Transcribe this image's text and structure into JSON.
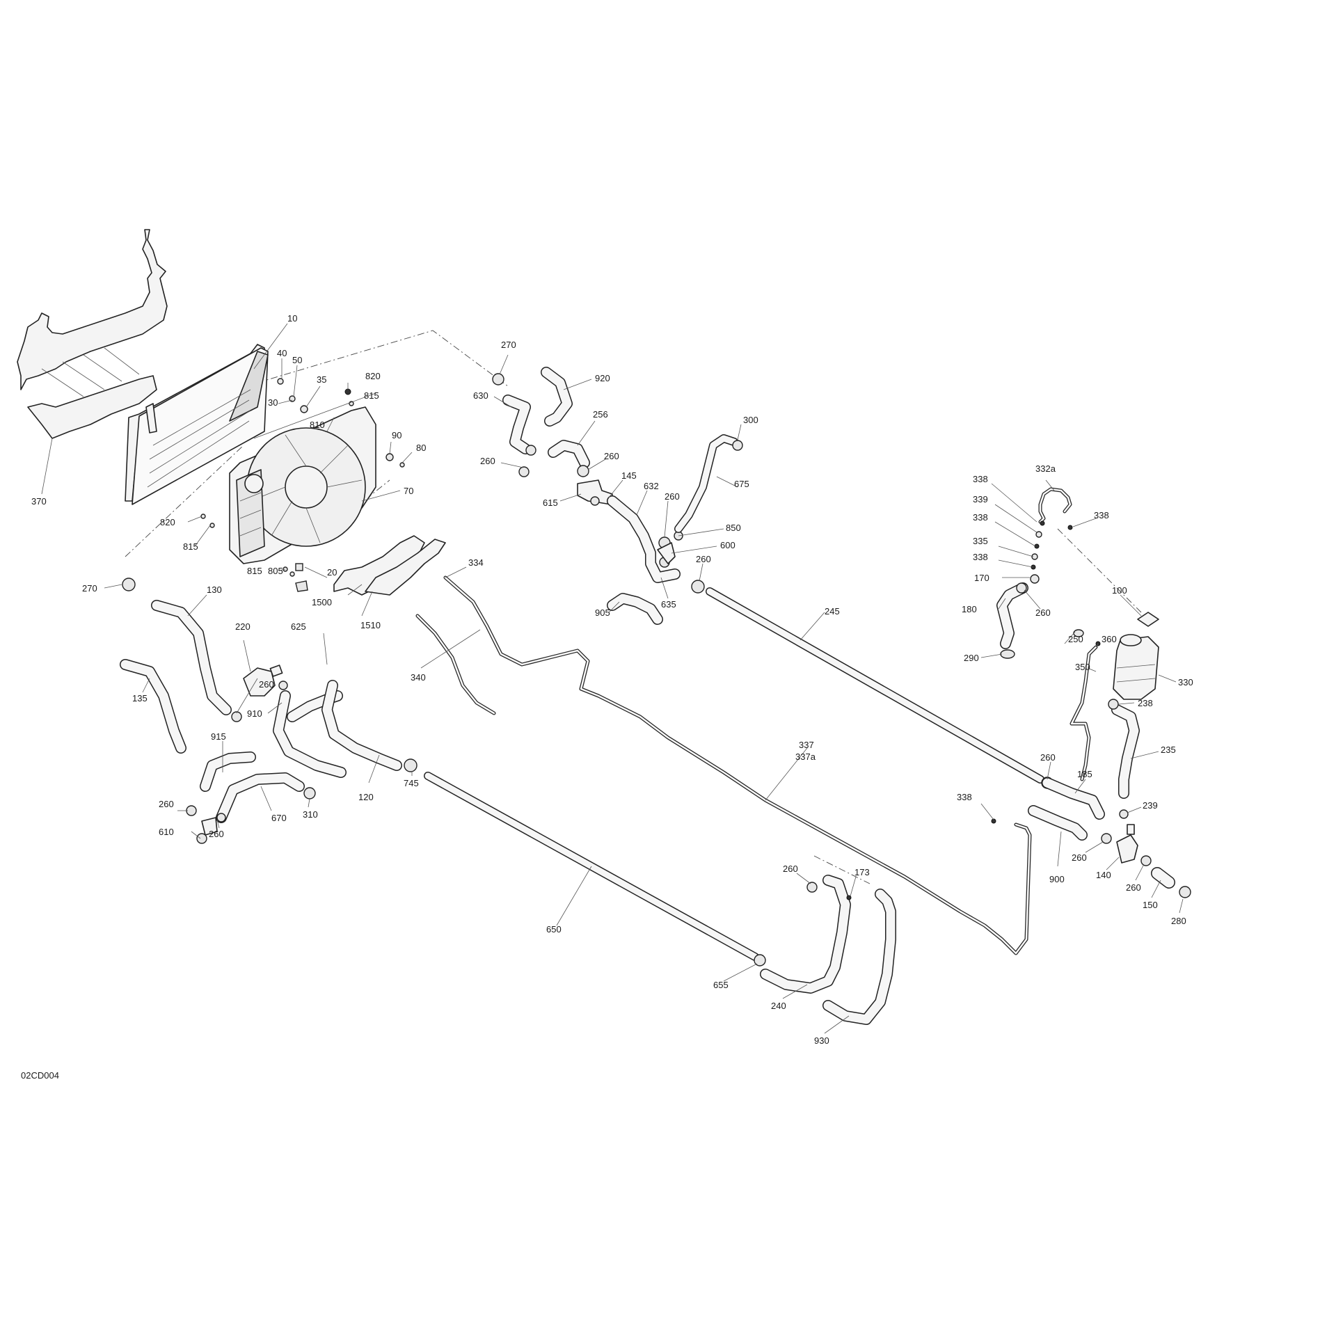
{
  "diagram_code": "02CD004",
  "callouts": {
    "c10": "10",
    "c40": "40",
    "c50": "50",
    "c35": "35",
    "c820a": "820",
    "c815a": "815",
    "c30": "30",
    "c810": "810",
    "c90": "90",
    "c80": "80",
    "c70": "70",
    "c370": "370",
    "c820b": "820",
    "c815b": "815",
    "c815c": "815",
    "c805": "805",
    "c20": "20",
    "c270a": "270",
    "c130": "130",
    "c220": "220",
    "c625": "625",
    "c135": "135",
    "c260a": "260",
    "c910": "910",
    "c915": "915",
    "c260b": "260",
    "c610": "610",
    "c260c": "260",
    "c670": "670",
    "c310": "310",
    "c120": "120",
    "c745": "745",
    "c1500": "1500",
    "c1510": "1510",
    "c334": "334",
    "c340": "340",
    "c270b": "270",
    "c630": "630",
    "c920": "920",
    "c256": "256",
    "c260d": "260",
    "c260e": "260",
    "c615": "615",
    "c145": "145",
    "c632": "632",
    "c300": "300",
    "c675": "675",
    "c260f": "260",
    "c850": "850",
    "c600": "600",
    "c260g": "260",
    "c905": "905",
    "c635": "635",
    "c245": "245",
    "c337": "337",
    "c337a": "337a",
    "c650": "650",
    "c655": "655",
    "c240": "240",
    "c930": "930",
    "c260h": "260",
    "c173": "173",
    "c338a": "338",
    "c339": "339",
    "c338b": "338",
    "c335": "335",
    "c338c": "338",
    "c170": "170",
    "c332a": "332a",
    "c338d": "338",
    "c180": "180",
    "c260i": "260",
    "c290": "290",
    "c100": "100",
    "c250": "250",
    "c360": "360",
    "c350": "350",
    "c330": "330",
    "c238": "238",
    "c235": "235",
    "c260j": "260",
    "c185": "185",
    "c239": "239",
    "c338e": "338",
    "c260k": "260",
    "c900": "900",
    "c140": "140",
    "c260l": "260",
    "c150": "150",
    "c280": "280"
  }
}
